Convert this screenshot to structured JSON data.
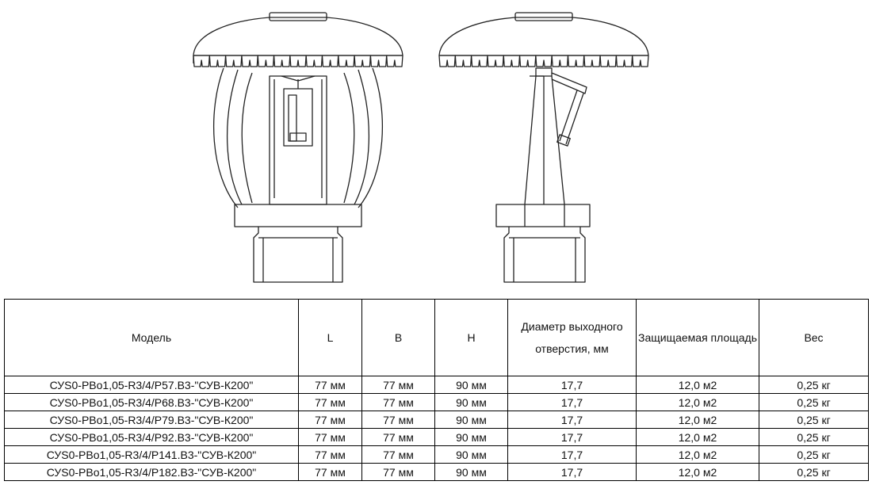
{
  "table": {
    "headers": [
      "Модель",
      "L",
      "B",
      "H",
      "Диаметр выходного отверстия, мм",
      "Защищаемая площадь",
      "Вес"
    ],
    "rows": [
      [
        "СУS0-РВо1,05-R3/4/Р57.В3-\"СУВ-К200\"",
        "77 мм",
        "77 мм",
        "90 мм",
        "17,7",
        "12,0 м2",
        "0,25 кг"
      ],
      [
        "СУS0-РВо1,05-R3/4/Р68.В3-\"СУВ-К200\"",
        "77 мм",
        "77 мм",
        "90 мм",
        "17,7",
        "12,0 м2",
        "0,25 кг"
      ],
      [
        "СУS0-РВо1,05-R3/4/Р79.В3-\"СУВ-К200\"",
        "77 мм",
        "77 мм",
        "90 мм",
        "17,7",
        "12,0 м2",
        "0,25 кг"
      ],
      [
        "СУS0-РВо1,05-R3/4/Р92.В3-\"СУВ-К200\"",
        "77 мм",
        "77 мм",
        "90 мм",
        "17,7",
        "12,0 м2",
        "0,25 кг"
      ],
      [
        "СУS0-РВо1,05-R3/4/Р141.В3-\"СУВ-К200\"",
        "77 мм",
        "77 мм",
        "90 мм",
        "17,7",
        "12,0 м2",
        "0,25 кг"
      ],
      [
        "СУS0-РВо1,05-R3/4/Р182.В3-\"СУВ-К200\"",
        "77 мм",
        "77 мм",
        "90 мм",
        "17,7",
        "12,0 м2",
        "0,25 кг"
      ]
    ]
  }
}
